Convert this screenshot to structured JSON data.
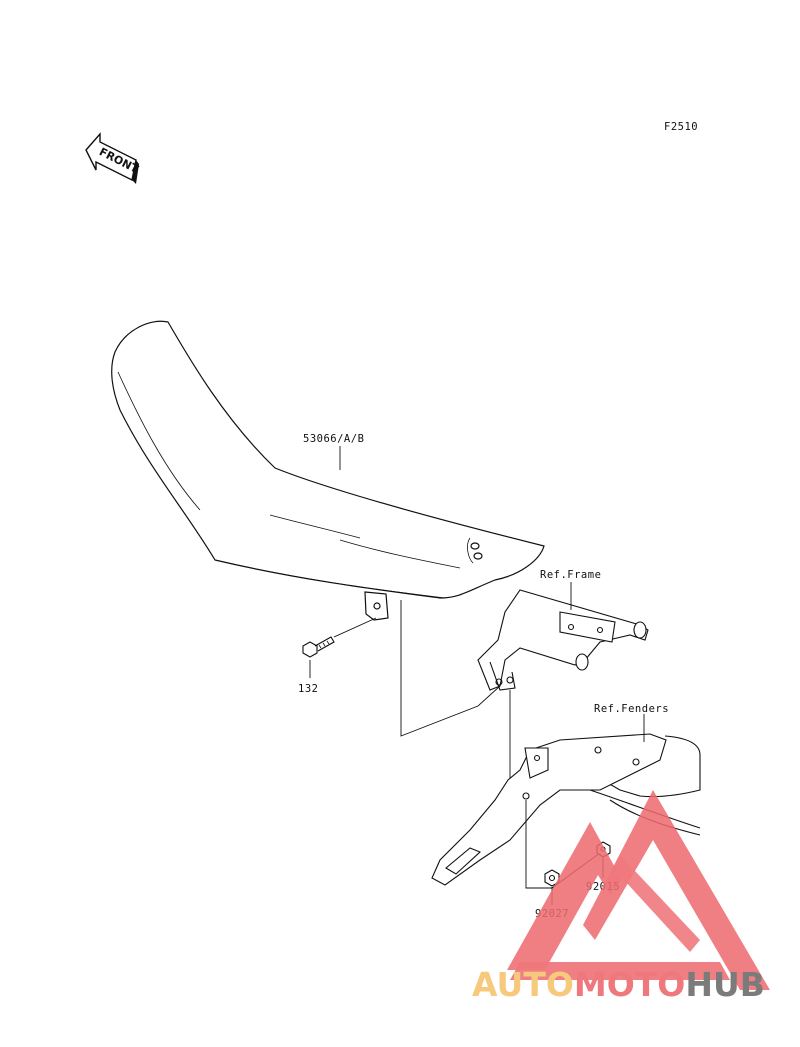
{
  "figure_code": "F2510",
  "front_label": "FRONT",
  "parts": {
    "seat": "53066/A/B",
    "bolt": "132",
    "collar": "92015",
    "nut": "92027"
  },
  "references": {
    "frame": "Ref.Frame",
    "fenders": "Ref.Fenders"
  },
  "watermark": {
    "part1": "AUTO",
    "part2": "MOTO",
    "part3": "HUB",
    "colors": {
      "auto": "#f7c46e",
      "moto": "#ee6a6f",
      "hub": "#6d6d6d",
      "triangle": "#ee6a6f"
    }
  }
}
